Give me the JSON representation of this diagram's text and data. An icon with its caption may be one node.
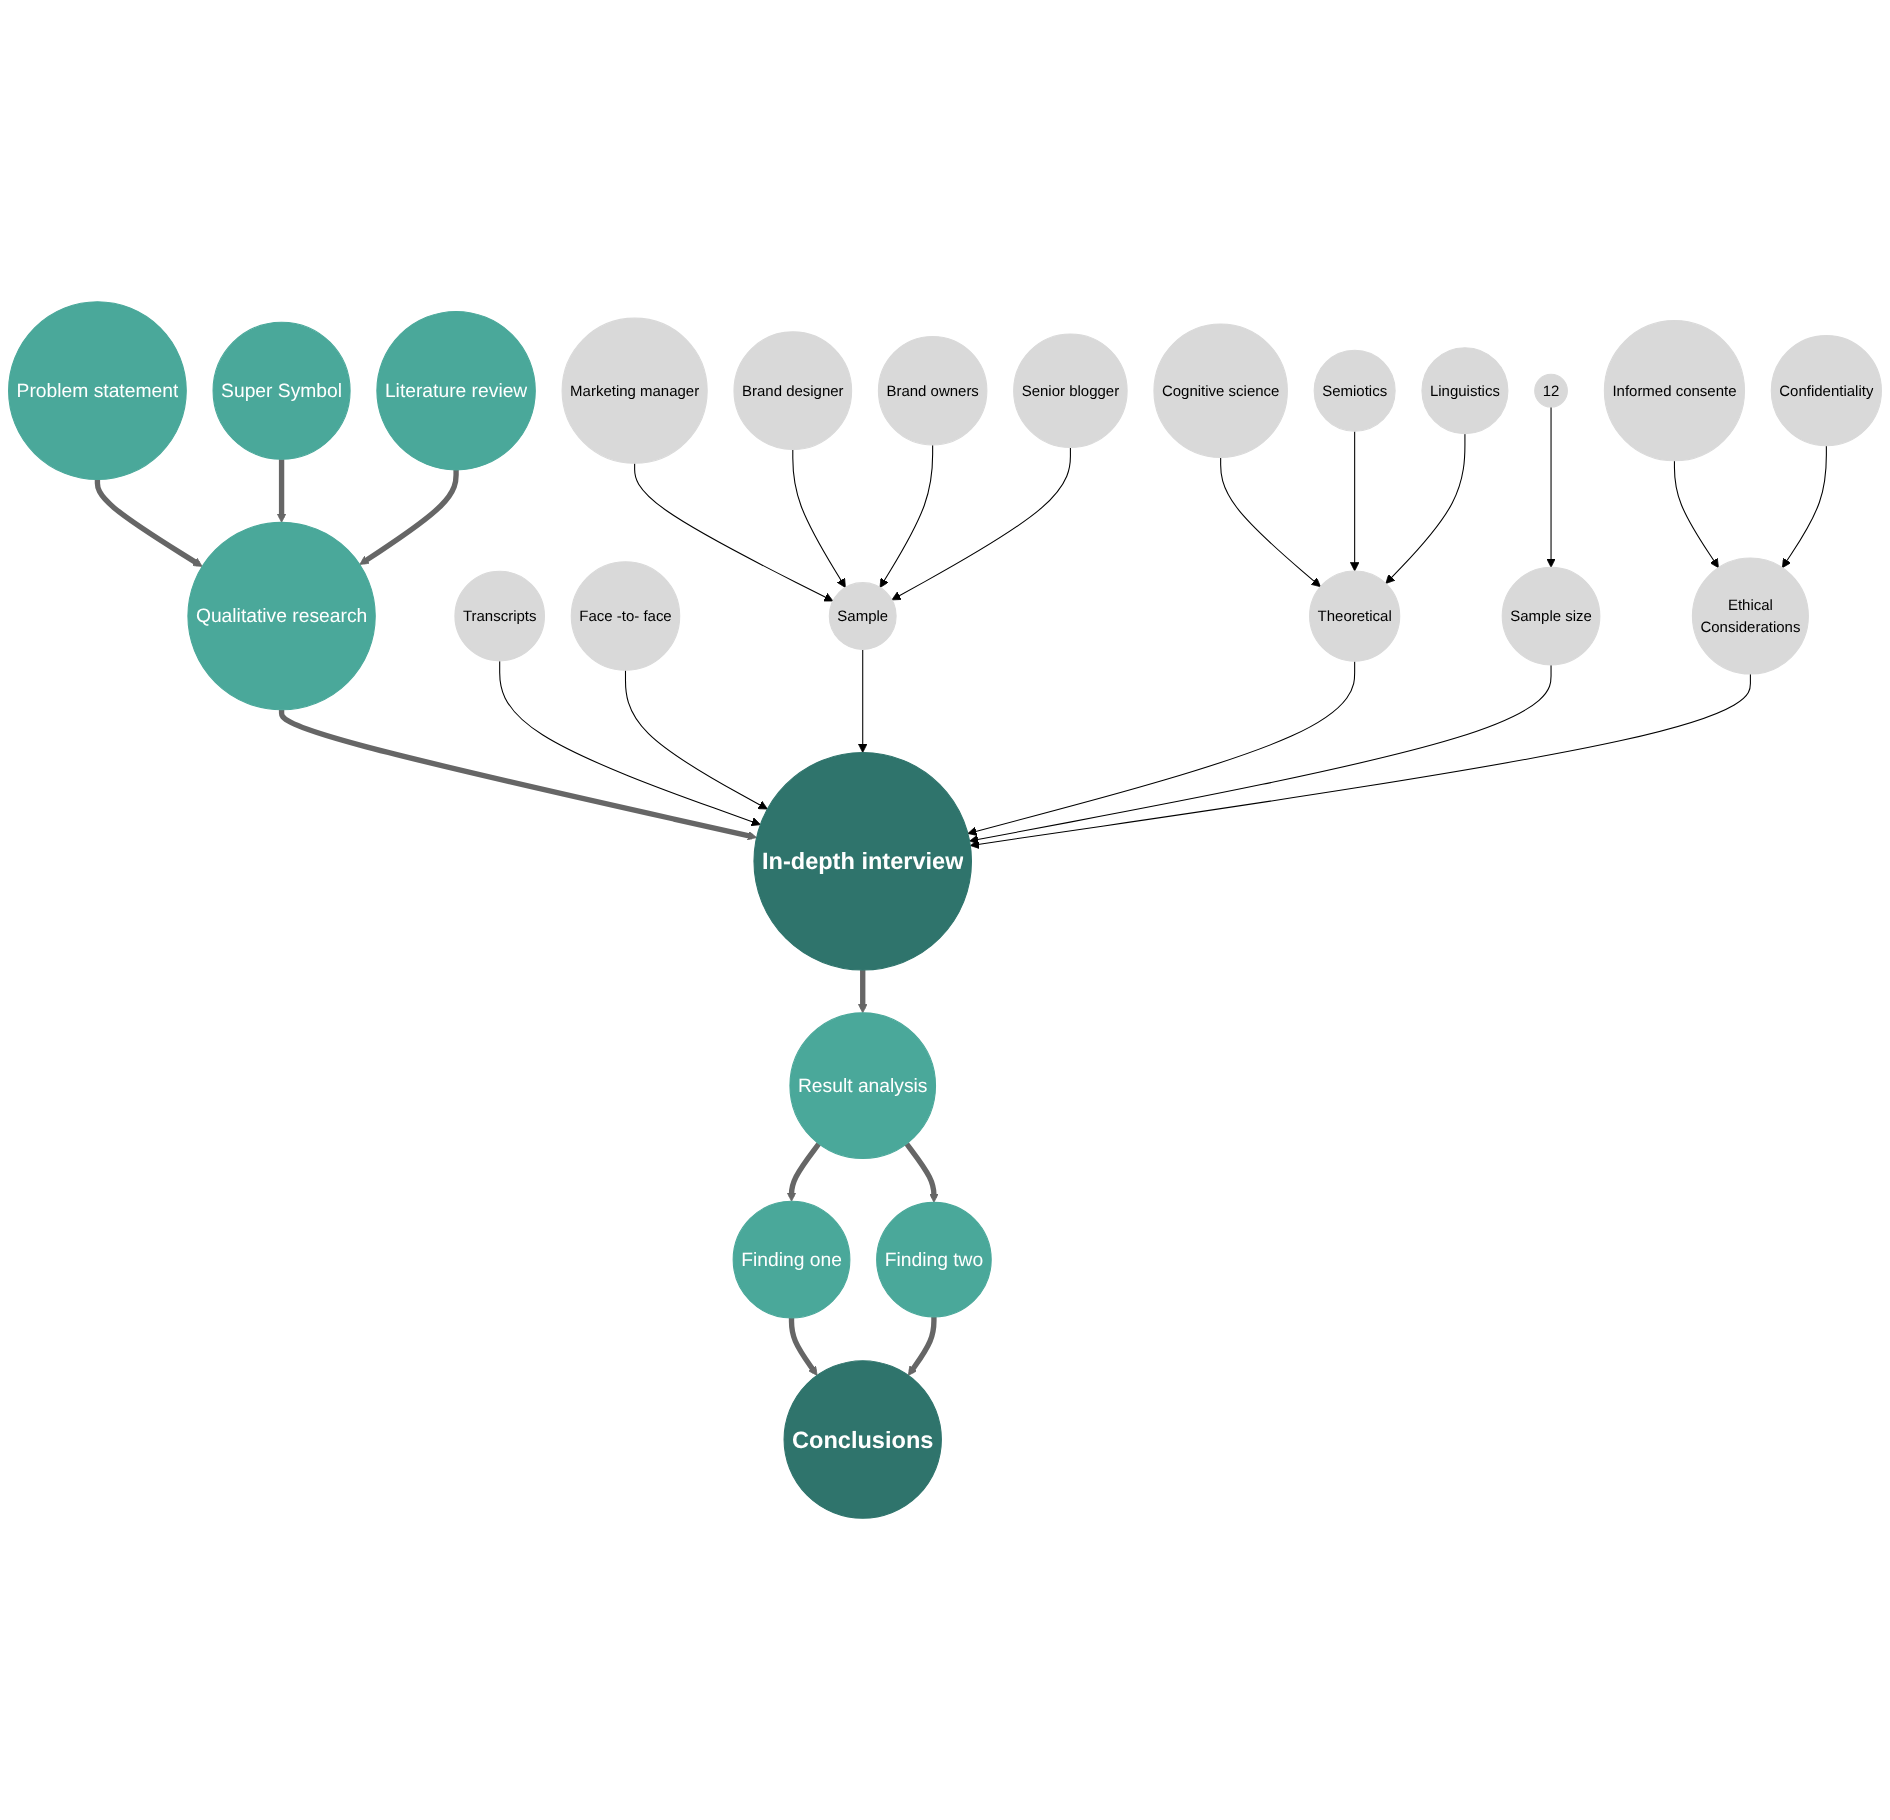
{
  "diagram": {
    "nodes": [
      {
        "text": [
          "Problem statement"
        ]
      },
      {
        "text": [
          "Super Symbol"
        ]
      },
      {
        "text": [
          "Literature review"
        ]
      },
      {
        "text": [
          "Qualitative research"
        ]
      },
      {
        "text": [
          "Marketing manager"
        ]
      },
      {
        "text": [
          "Cognitive science"
        ]
      },
      {
        "text": [
          "Transcripts"
        ]
      },
      {
        "text": [
          "Face -to- face"
        ]
      },
      {
        "text": [
          "Brand designer"
        ]
      },
      {
        "text": [
          "Semiotics"
        ]
      },
      {
        "text": [
          "Brand owners"
        ]
      },
      {
        "text": [
          "Sample"
        ]
      },
      {
        "text": [
          "In-depth interview"
        ]
      },
      {
        "text": [
          "Theoretical"
        ]
      },
      {
        "text": [
          "Linguistics"
        ]
      },
      {
        "text": [
          "Senior blogger"
        ]
      },
      {
        "text": [
          "Informed consente"
        ]
      },
      {
        "text": [
          "Sample size"
        ]
      },
      {
        "text": [
          "Ethical",
          "Considerations"
        ]
      },
      {
        "text": [
          "Result analysis"
        ]
      },
      {
        "text": [
          "12"
        ]
      },
      {
        "text": [
          "Confidentiality"
        ]
      },
      {
        "text": [
          "Finding one"
        ]
      },
      {
        "text": [
          "Finding two"
        ]
      },
      {
        "text": [
          "Conclusions"
        ]
      }
    ],
    "edges": [
      {
        "from": 0,
        "to": 3,
        "arrow": "to",
        "style": "thick",
        "color": "#666666"
      },
      {
        "from": 1,
        "to": 3,
        "arrow": "to",
        "style": "thick",
        "color": "#666666"
      },
      {
        "from": 2,
        "to": 3,
        "arrow": "to",
        "style": "thick",
        "color": "#666666"
      },
      {
        "from": 3,
        "to": 12,
        "arrow": "to",
        "style": "thick",
        "color": "#666666"
      },
      {
        "from": 4,
        "to": 11,
        "arrow": "to"
      },
      {
        "from": 8,
        "to": 11,
        "arrow": "to"
      },
      {
        "from": 10,
        "to": 11,
        "arrow": "to"
      },
      {
        "from": 15,
        "to": 11,
        "arrow": "to"
      },
      {
        "from": 6,
        "to": 12,
        "arrow": "to"
      },
      {
        "from": 7,
        "to": 12,
        "arrow": "to"
      },
      {
        "from": 11,
        "to": 12,
        "arrow": "to"
      },
      {
        "from": 13,
        "to": 12,
        "arrow": "to"
      },
      {
        "from": 5,
        "to": 13,
        "arrow": "to"
      },
      {
        "from": 9,
        "to": 13,
        "arrow": "to"
      },
      {
        "from": 14,
        "to": 13,
        "arrow": "to"
      },
      {
        "from": 17,
        "to": 12,
        "arrow": "to"
      },
      {
        "from": 20,
        "to": 17,
        "arrow": "to"
      },
      {
        "from": 18,
        "to": 12,
        "arrow": "to"
      },
      {
        "from": 16,
        "to": 18,
        "arrow": "to"
      },
      {
        "from": 21,
        "to": 18,
        "arrow": "to"
      },
      {
        "from": 12,
        "to": 19,
        "arrow": "to",
        "style": "thick",
        "color": "#666666"
      },
      {
        "from": 19,
        "to": 22,
        "arrow": "to",
        "style": "thick",
        "color": "#666666"
      },
      {
        "from": 19,
        "to": 23,
        "arrow": "to",
        "style": "thick",
        "color": "#666666"
      },
      {
        "from": 22,
        "to": 24,
        "arrow": "to",
        "style": "thick",
        "color": "#666666"
      },
      {
        "from": 23,
        "to": 24,
        "arrow": "to",
        "style": "thick",
        "color": "#666666"
      }
    ]
  }
}
